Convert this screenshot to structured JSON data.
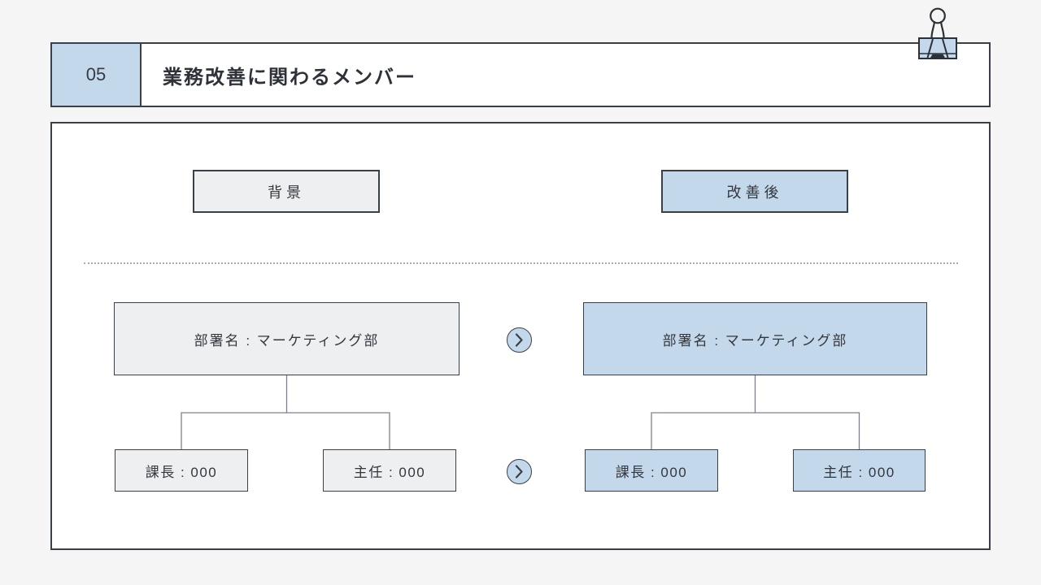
{
  "slide": {
    "page_number": "05",
    "title": "業務改善に関わるメンバー"
  },
  "section_labels": {
    "before": "背景",
    "after": "改善後"
  },
  "org_before": {
    "parent": "部署名 : マーケティング部",
    "children": [
      "課長 : 000",
      "主任 : 000"
    ]
  },
  "org_after": {
    "parent": "部署名 : マーケティング部",
    "children": [
      "課長 : 000",
      "主任 : 000"
    ]
  },
  "icons": {
    "binder_clip": "binder-clip-icon",
    "arrow_parent": "chevron-right-circle-icon",
    "arrow_children": "chevron-right-circle-icon"
  },
  "colors": {
    "accent_blue": "#c3d8ea",
    "neutral_gray": "#edeff1",
    "outline_dark": "#3a4048",
    "page_background": "#f5f5f6",
    "connector_gray": "#7d828a",
    "divider_dotted": "#ababaf"
  }
}
